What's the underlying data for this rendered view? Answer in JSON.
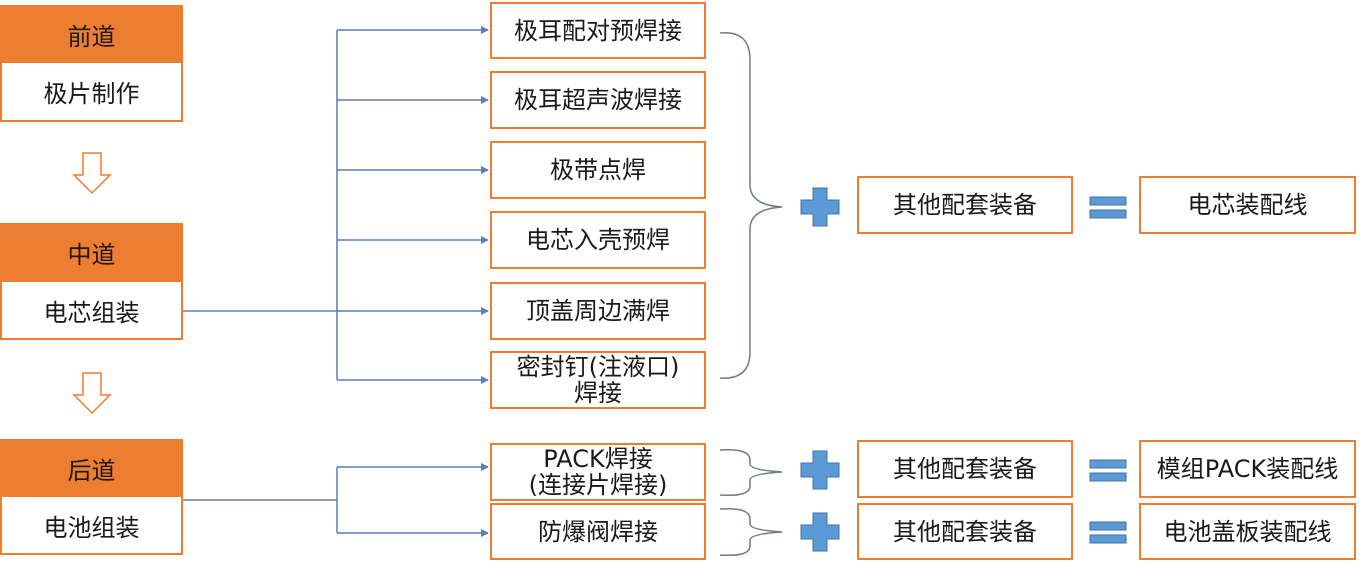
{
  "stages": [
    {
      "title": "前道",
      "name": "极片制作"
    },
    {
      "title": "中道",
      "name": "电芯组装"
    },
    {
      "title": "后道",
      "name": "电池组装"
    }
  ],
  "mid_processes": [
    "极耳配对预焊接",
    "极耳超声波焊接",
    "极带点焊",
    "电芯入壳预焊",
    "顶盖周边满焊",
    {
      "line1": "密封钉(注液口)",
      "line2": "焊接"
    }
  ],
  "back_processes": [
    {
      "line1": "PACK焊接",
      "line2": "(连接片焊接)"
    },
    "防爆阀焊接"
  ],
  "combine": [
    {
      "equipment": "其他配套装备",
      "result": "电芯装配线"
    },
    {
      "equipment": "其他配套装备",
      "result": "模组PACK装配线"
    },
    {
      "equipment": "其他配套装备",
      "result": "电池盖板装配线"
    }
  ],
  "colors": {
    "accent_orange": "#ED7D31",
    "connector_blue": "#5B7FB5",
    "plus_blue": "#5B9BD5",
    "bracket_gray": "#6E7B8B"
  },
  "icons": [
    "down-arrow-icon",
    "plus-icon",
    "equals-icon"
  ]
}
